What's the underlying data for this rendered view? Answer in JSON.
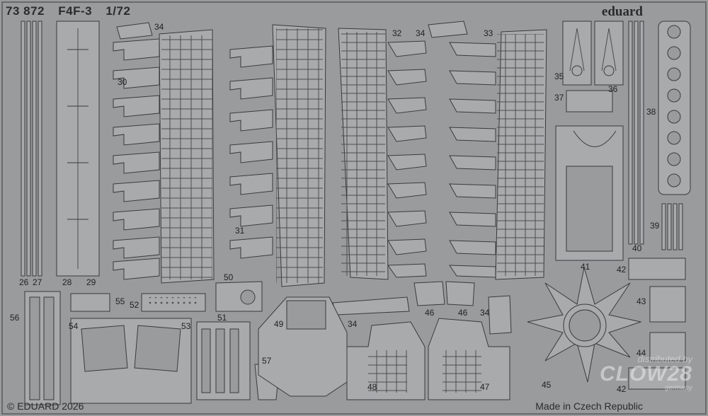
{
  "header": {
    "set_number": "73 872",
    "model": "F4F-3",
    "scale": "1/72"
  },
  "brand": "eduard",
  "footer": {
    "copyright": "© EDUARD 2026",
    "origin": "Made in Czech Republic"
  },
  "watermark": {
    "line1": "distributed by",
    "line2": "CLOW28",
    "line3": "germany"
  },
  "colors": {
    "fret": "#9a9b9d",
    "part_fill": "#a9aaac",
    "outline": "#3a3a3a",
    "etch_line": "#5a5a5a"
  },
  "part_numbers": [
    "26",
    "27",
    "28",
    "29",
    "30",
    "34",
    "31",
    "32",
    "34",
    "33",
    "35",
    "36",
    "37",
    "38",
    "39",
    "40",
    "41",
    "42",
    "43",
    "44",
    "42",
    "45",
    "50",
    "55",
    "52",
    "56",
    "54",
    "53",
    "51",
    "57",
    "49",
    "34",
    "46",
    "46",
    "34",
    "48",
    "47"
  ]
}
